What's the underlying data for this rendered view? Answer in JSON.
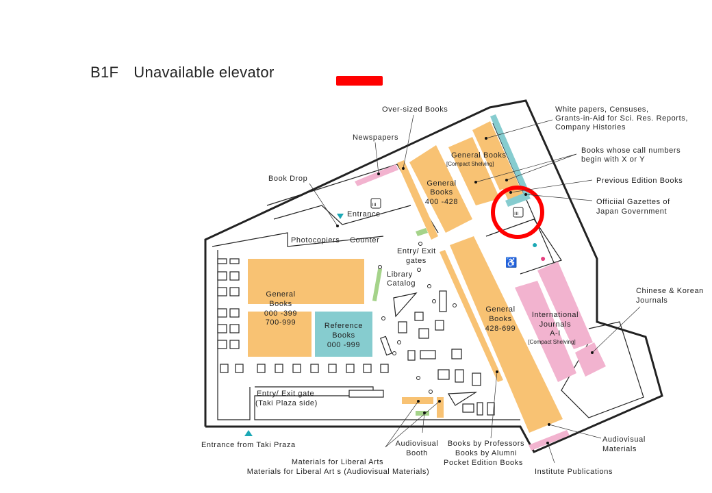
{
  "header": {
    "floor": "B1F",
    "legend_label": "Unavailable elevator",
    "legend_color": "#ff0000"
  },
  "colors": {
    "general": "#f8c273",
    "reference": "#86cccf",
    "pink": "#f2b3cf",
    "green": "#a5d38a",
    "teal": "#1ba8b5"
  },
  "labels": {
    "oversized": "Over-sized Books",
    "newspapers": "Newspapers",
    "book_drop": "Book Drop",
    "entrance": "Entrance",
    "photocopiers": "Photocopiers",
    "counter": "Counter",
    "white_papers": [
      "White papers, Censuses,",
      "Grants-in-Aid for Sci. Res. Reports,",
      "Company Histories"
    ],
    "xy_books": [
      "Books whose call numbers",
      "begin with X or Y"
    ],
    "previous_edition": "Previous Edition Books",
    "gazettes": [
      "Officiial Gazettes of",
      "Japan Government"
    ],
    "general_compact": [
      "General Books",
      "[Compact Shelving]"
    ],
    "general_400": [
      "General",
      "Books",
      "400 -428"
    ],
    "entry_exit_gates": [
      "Entry/ Exit",
      "gates"
    ],
    "library_catalog": [
      "Library",
      "Catalog"
    ],
    "general_000": [
      "General",
      "Books",
      "000 -399",
      "700-999"
    ],
    "reference": [
      "Reference",
      "Books",
      "000 -999"
    ],
    "general_428": [
      "General",
      "Books",
      "428-699"
    ],
    "international": [
      "International",
      "Journals",
      "A-I",
      "[Compact Shelving]"
    ],
    "chinese_korean": [
      "Chinese & Korean",
      "Journals"
    ],
    "entry_exit_taki": [
      "Entry/ Exit gate",
      "(Taki Plaza side)"
    ],
    "entrance_taki": "Entrance from Taki Praza",
    "liberal_arts": [
      "Materials for Liberal Arts",
      "Materials for Liberal Art s (Audiovisual Materials)"
    ],
    "av_booth": [
      "Audiovisual",
      "Booth"
    ],
    "professors": [
      "Books by Professors",
      "Books by Alumni",
      "Pocket Edition Books"
    ],
    "av_materials": [
      "Audiovisual",
      "Materials"
    ],
    "institute": "Institute Publications"
  }
}
